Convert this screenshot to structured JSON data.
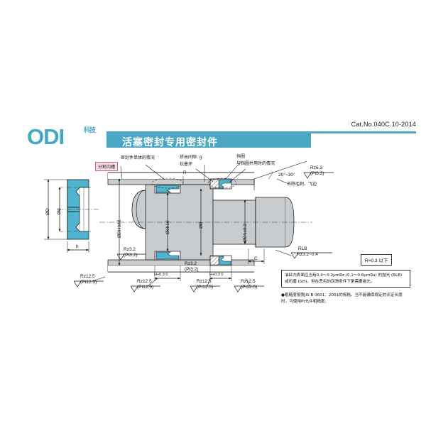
{
  "header": {
    "catalog_no": "Cat.No.040C.10-2014",
    "logo_text": "ODI",
    "logo_mark_cjk": "科技",
    "title": "活塞密封专用密封件"
  },
  "diagram": {
    "left_view": {
      "name": "seal-profile-section",
      "dim_outer": "ØD",
      "dim_inner": "Ød",
      "dim_width": "h"
    },
    "callouts": {
      "seal_alone": "密封件单体的情况",
      "groove_split": "分割沟槽",
      "extrusion_gap": "挤出间隙: g",
      "anti_extrusion_ring": "抗墨环",
      "backup_ring": "挡圈",
      "with_backup_ring": "与挡圈并用时的情况",
      "deburr": "去除毛刺、飞边",
      "chamfer_angle": "20°~30°"
    },
    "dimensions": {
      "bore_fit": "ØDH9/f8",
      "groove_dia": "Ødh10",
      "dia_b": "ØB",
      "rod_dia": "ØD1±0.2",
      "chamfer_c": "C",
      "groove_width_1": "H+0.3 0",
      "groove_width_2": "H+0.3 0",
      "radius_r": "R"
    },
    "surface_finish": {
      "top_right": "Rz6.3",
      "top_right_sub": "(Pt6.3)",
      "bore": "Rz3.2",
      "bore_sub": "(Pt3.2)",
      "groove_a": "Rz3.2",
      "groove_a_sub": "(Pt3.2)",
      "rough_1": "Rz12.5",
      "rough_1_sub": "(Pt12.5)",
      "rough_2": "Rz12.5",
      "rough_2_sub": "(Pt12.5)",
      "rough_3": "Rz12.5",
      "rough_3_sub": "(Pt12.5)",
      "rough_4": "Rz12.5",
      "rough_4_sub": "(Pt12.5)",
      "rlb_label": "RLB",
      "rlb_value": "Rz3.2~0.4"
    }
  },
  "notes": {
    "radius_box": "R=0.3 以下",
    "main_note": "油缸内表面应当有0.4～3.2μmRz (0.1～0.8μmRa) 的抛光 (RLB) 或珩磨 (GH)。但在恶劣的润滑条件下更需要抛光。",
    "footnote": "●粗糙度按照JIS B 0601：2001的规格。当不能确保规定的评定长度时，可使用Pt允许粗糙度。"
  },
  "colors": {
    "brand": "#4aa8c4",
    "seal": "#4fb4d0",
    "metal": "#c9ccce",
    "highlight": "#f6dde6"
  }
}
